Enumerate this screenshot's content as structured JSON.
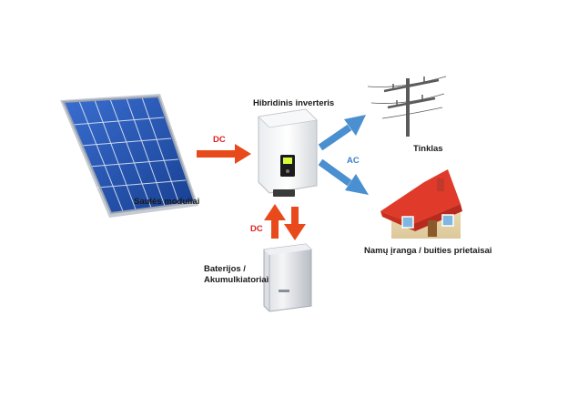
{
  "labels": {
    "solar": "Saulės moduliai",
    "inverter": "Hibridinis inverteris",
    "grid": "Tinklas",
    "battery_line1": "Baterijos /",
    "battery_line2": "Akumulkiatoriai",
    "home": "Namų įranga / buities prietaisai"
  },
  "flows": {
    "solar_to_inverter": "DC",
    "inverter_to_ac": "AC",
    "battery_link": "DC"
  },
  "colors": {
    "dc_arrow": "#e84a1c",
    "ac_arrow": "#4a8fcf",
    "dc_text": "#e02020",
    "ac_text": "#3a7fc8",
    "roof": "#e03a2a",
    "panel": "#1f4fa8"
  },
  "icons": {
    "solar": "solar-panel-icon",
    "inverter": "inverter-icon",
    "grid": "power-pole-icon",
    "home": "house-icon",
    "battery": "battery-cabinet-icon"
  }
}
